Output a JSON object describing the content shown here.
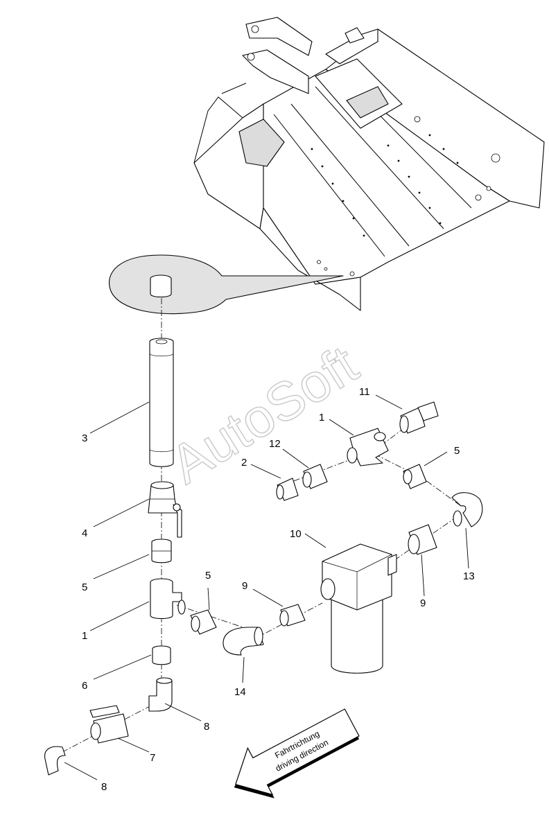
{
  "watermark": "AutoSoft",
  "direction_arrow": {
    "line1": "Fahrtrichtung",
    "line2": "driving direction"
  },
  "callouts": [
    {
      "id": "c-11",
      "label": "11"
    },
    {
      "id": "c-1-top",
      "label": "1"
    },
    {
      "id": "c-12",
      "label": "12"
    },
    {
      "id": "c-2",
      "label": "2"
    },
    {
      "id": "c-5-right",
      "label": "5"
    },
    {
      "id": "c-3",
      "label": "3"
    },
    {
      "id": "c-4",
      "label": "4"
    },
    {
      "id": "c-10",
      "label": "10"
    },
    {
      "id": "c-13",
      "label": "13"
    },
    {
      "id": "c-5-left",
      "label": "5"
    },
    {
      "id": "c-5-mid",
      "label": "5"
    },
    {
      "id": "c-9-left",
      "label": "9"
    },
    {
      "id": "c-9-right",
      "label": "9"
    },
    {
      "id": "c-1-left",
      "label": "1"
    },
    {
      "id": "c-6",
      "label": "6"
    },
    {
      "id": "c-14",
      "label": "14"
    },
    {
      "id": "c-8-right",
      "label": "8"
    },
    {
      "id": "c-7",
      "label": "7"
    },
    {
      "id": "c-8-bottom",
      "label": "8"
    }
  ]
}
